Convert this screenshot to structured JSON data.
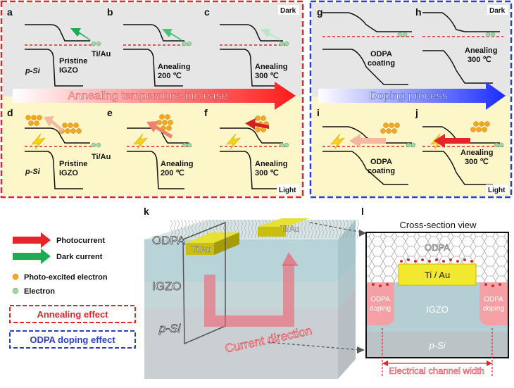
{
  "panels": {
    "a": {
      "letter": "a",
      "note1": "Pristine",
      "note2": "IGZO",
      "side": "Ti/Au",
      "left": "p-Si"
    },
    "b": {
      "letter": "b",
      "note1": "Anealing",
      "note2": "200 ℃"
    },
    "c": {
      "letter": "c",
      "note1": "Anealing",
      "note2": "300 ℃",
      "corner": "Dark"
    },
    "d": {
      "letter": "d",
      "note1": "Pristine",
      "note2": "IGZO",
      "side": "Ti/Au",
      "left": "p-Si"
    },
    "e": {
      "letter": "e",
      "note1": "Anealing",
      "note2": "200 ℃"
    },
    "f": {
      "letter": "f",
      "note1": "Anealing",
      "note2": "300 ℃",
      "corner": "Light"
    },
    "g": {
      "letter": "g",
      "note1": "ODPA",
      "note2": "coating"
    },
    "h": {
      "letter": "h",
      "note1": "Anealing",
      "note2": "300 ℃",
      "corner": "Dark"
    },
    "i": {
      "letter": "i",
      "note1": "ODPA",
      "note2": "coating"
    },
    "j": {
      "letter": "j",
      "note1": "Anealing",
      "note2": "300 ℃",
      "corner": "Light"
    }
  },
  "arrows": {
    "annealing": "Annealing temperature increase",
    "doping": "Doping process"
  },
  "legend": {
    "photocurrent": "Photocurrent",
    "dark_current": "Dark current",
    "photo_electron": "Photo-excited electron",
    "electron": "Electron",
    "annealing_effect": "Annealing effect",
    "odpa_effect": "ODPA doping effect"
  },
  "device": {
    "letter": "k",
    "odpa": "ODPA",
    "igzo": "IGZO",
    "psi": "p-Si",
    "tiau1": "Ti/Au",
    "tiau2": "Ti/Au",
    "current": "Current direction"
  },
  "cross": {
    "letter": "l",
    "title": "Cross-section view",
    "odpa": "ODPA",
    "tiau": "Ti / Au",
    "doping_left_1": "ODPA",
    "doping_left_2": "doping",
    "doping_right_1": "ODPA",
    "doping_right_2": "doping",
    "igzo": "IGZO",
    "psi": "p-Si",
    "width": "Electrical channel width"
  },
  "colors": {
    "red_frame": "#e0262b",
    "blue_frame": "#2b3fc9",
    "dark_bg": "#e6e6e6",
    "light_bg": "#fcf6c8",
    "photocurrent": "#e8242b",
    "dark_current": "#1faa55"
  }
}
